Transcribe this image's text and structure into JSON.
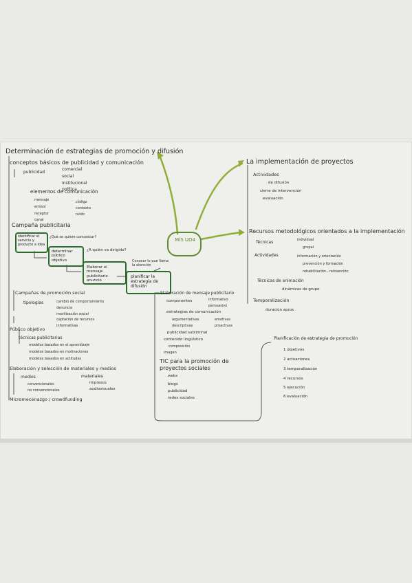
{
  "left": {
    "title": "Determinación de estrategias de promoción y difusión",
    "conceptos": "conceptos básicos de publicidad y comunicación",
    "publicidad": "publicidad",
    "tipos": [
      "comercial",
      "social",
      "institucional",
      "política"
    ],
    "elementos": "elementos de comunicación",
    "elementos_a": [
      "mensaje",
      "emisor",
      "receptor",
      "canal"
    ],
    "elementos_b": [
      "código",
      "contexto",
      "ruido"
    ],
    "campana": "Campaña publicitaria",
    "box1": "identificar el servicio y producto a idea",
    "q1": "¿Qué se quiere comunicar?",
    "box2": "determinar público objetivo",
    "q2": "¿A quién va dirigido?",
    "box3": "Elaborar el mensaje publicitario anuncio",
    "q3": "Conocer lo que llama la atención",
    "box4": "planificar la estrategia de difusión",
    "campanas": "Campañas de promoción social",
    "tipologia": "tipologías",
    "tipologia_items": [
      "cambio de comportamiento",
      "denuncia",
      "movilización social",
      "captación de recursos",
      "informativas"
    ],
    "publico": "Público objetivo",
    "tecnicas": "técnicas publicitarias",
    "tecnicas_items": [
      "modelos basados en el aprendizaje",
      "modelos basados en motivaciones",
      "modelos basados en actitudes"
    ],
    "elaboracion": "Elaboración y selección de materiales y medios",
    "medios": "medios",
    "medios_items": [
      "convencionales",
      "no convencionales"
    ],
    "materiales": "materiales",
    "materiales_items": [
      "impresos",
      "audiovisuales"
    ],
    "micro": "Micromecenazgo / crowdfunding"
  },
  "center": {
    "node": "MIS UD4",
    "elaboracion": "Elaboración de mensaje publicitario",
    "componentes": "componentes",
    "componentes_items": [
      "informativo",
      "persuasivo"
    ],
    "estrategias": "estrategias de comunicación",
    "estrategias_items": [
      "argumentativas",
      "emotivas",
      "descriptivas",
      "proactivas"
    ],
    "subliminal": "publicidad subliminal",
    "contenido": "contenido lingüístico",
    "composicion": "composición",
    "imagen": "imagen",
    "tic": "TIC para la promoción de proyectos sociales",
    "tic_items": [
      "webs",
      "blogs",
      "publicidad",
      "redes sociales"
    ]
  },
  "right": {
    "implementacion": "La implementación de proyectos",
    "actividades": "Actividades",
    "actividades_items": [
      "de difusión",
      "cierre de intervención",
      "evaluación"
    ],
    "recursos": "Recursos metodológicos orientados a la implementación",
    "tecnicas": "Técnicas",
    "tecnicas_items": [
      "individual",
      "grupal"
    ],
    "actividades2": "Actividades",
    "actividades2_items": [
      "información y orientación",
      "prevención y formación",
      "rehabilitación - reinserción"
    ],
    "animacion": "Técnicas de animación",
    "animacion_item": "dinámicas de grupo",
    "temporalizacion": "Temporalización",
    "temporalizacion_item": "duración aprox",
    "planificacion": "Planificación de estrategia de promoción",
    "planificacion_items": [
      "1 objetivos",
      "2 actuaciones",
      "3 temporalización",
      "4 recursos",
      "5 ejecución",
      "6 evaluación"
    ]
  },
  "colors": {
    "accent_green": "#8fae3a",
    "box_green": "#2d6a2d",
    "ink": "#2a2a2a",
    "paper": "#efefec"
  }
}
